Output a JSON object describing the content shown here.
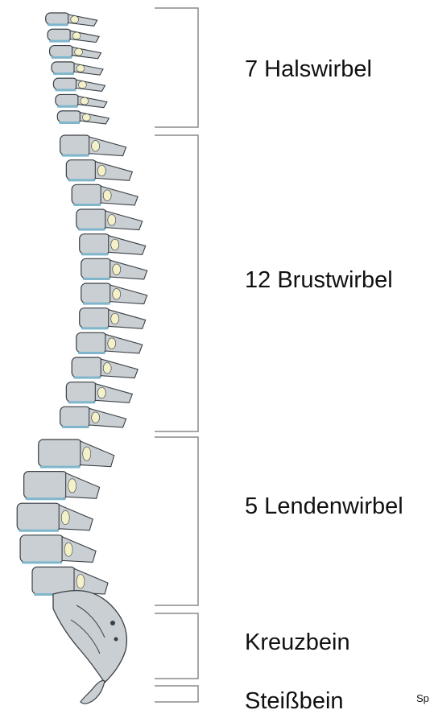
{
  "labels": {
    "cervical": "7 Halswirbel",
    "thoracic": "12 Brustwirbel",
    "lumbar": "5 Lendenwirbel",
    "sacrum": "Kreuzbein",
    "coccyx": "Steißbein",
    "corner_fragment": "Sp"
  },
  "colors": {
    "bone_fill": "#c9cfd3",
    "bone_stroke": "#3a3f44",
    "disc": "#7fb6cc",
    "joint": "#f4f0c8",
    "bracket": "#8a8a8a",
    "text": "#111111"
  }
}
